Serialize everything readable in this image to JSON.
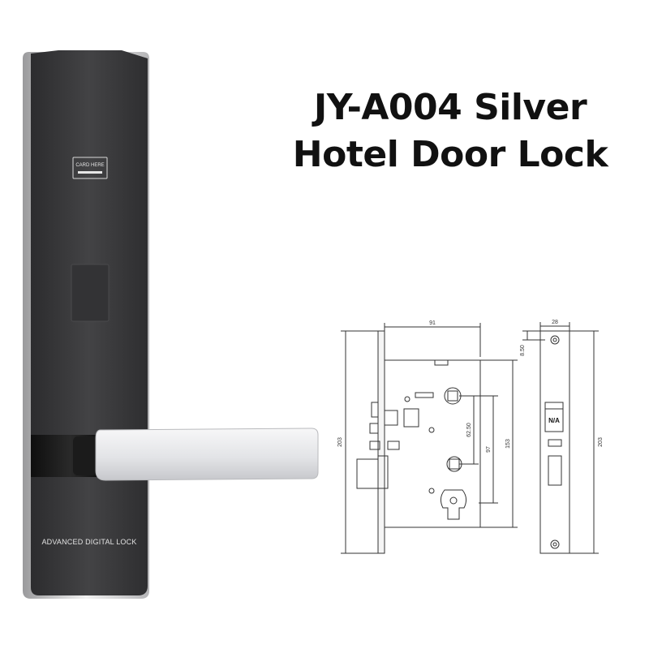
{
  "title": {
    "line1": "JY-A004 Silver",
    "line2": "Hotel Door Lock"
  },
  "lock_panel": {
    "card_label": "CARD HERE",
    "bottom_label": "ADVANCED DIGITAL LOCK"
  },
  "mortise_drawing": {
    "dim_width": "91",
    "dim_height_left": "203",
    "dim_62_50": "62.50",
    "dim_97": "97",
    "dim_153": "153"
  },
  "faceplate_drawing": {
    "dim_width": "28",
    "dim_8_50": "8.50",
    "dim_height_right": "203",
    "label_na": "N/A"
  },
  "colors": {
    "panel_dark": "#3a3a3c",
    "handle_silver": "#e6e7ea",
    "drawing_line": "#333333"
  }
}
